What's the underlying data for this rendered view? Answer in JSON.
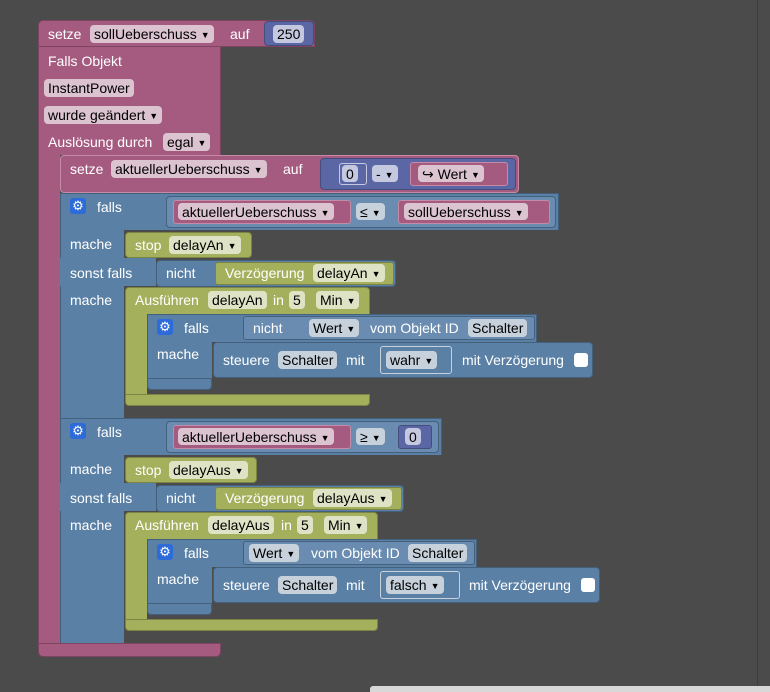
{
  "top": {
    "setze": "setze",
    "var": "sollUeberschuss",
    "auf": "auf",
    "value": "250"
  },
  "trigger": {
    "falls_objekt": "Falls Objekt",
    "object": "InstantPower",
    "event": "wurde geändert",
    "ausloesung": "Auslösung durch",
    "ausloesung_value": "egal"
  },
  "set2": {
    "setze": "setze",
    "var": "aktuellerUeberschuss",
    "auf": "auf",
    "num": "0",
    "op": "-",
    "wert": "Wert"
  },
  "if1": {
    "falls": "falls",
    "left": "aktuellerUeberschuss",
    "op": "≤",
    "right": "sollUeberschuss",
    "mache": "mache",
    "stop": "stop",
    "stop_var": "delayAn",
    "sonst_falls": "sonst falls",
    "nicht": "nicht",
    "verzoegerung": "Verzögerung",
    "verz_var": "delayAn",
    "mache2": "mache",
    "ausfuehren": "Ausführen",
    "ausf_var": "delayAn",
    "in": "in",
    "amount": "5",
    "unit": "Min",
    "inner": {
      "falls": "falls",
      "nicht": "nicht",
      "wert": "Wert",
      "vom": "vom Objekt ID",
      "obj": "Schalter",
      "mache": "mache",
      "steuere": "steuere",
      "steuere_obj": "Schalter",
      "mit": "mit",
      "value": "wahr",
      "mit_verz": "mit Verzögerung"
    }
  },
  "if2": {
    "falls": "falls",
    "left": "aktuellerUeberschuss",
    "op": "≥",
    "right": "0",
    "mache": "mache",
    "stop": "stop",
    "stop_var": "delayAus",
    "sonst_falls": "sonst falls",
    "nicht": "nicht",
    "verzoegerung": "Verzögerung",
    "verz_var": "delayAus",
    "mache2": "mache",
    "ausfuehren": "Ausführen",
    "ausf_var": "delayAus",
    "in": "in",
    "amount": "5",
    "unit": "Min",
    "inner": {
      "falls": "falls",
      "wert": "Wert",
      "vom": "vom Objekt ID",
      "obj": "Schalter",
      "mache": "mache",
      "steuere": "steuere",
      "steuere_obj": "Schalter",
      "mit": "mit",
      "value": "falsch",
      "mit_verz": "mit Verzögerung"
    }
  },
  "colors": {
    "variables": "#a55b80",
    "logic": "#5b80a5",
    "timers": "#a5b05c",
    "math": "#5b67a5"
  },
  "icons": {
    "gear": "gear-icon",
    "return": "return-arrow-icon",
    "dropdown": "dropdown-arrow-icon"
  }
}
